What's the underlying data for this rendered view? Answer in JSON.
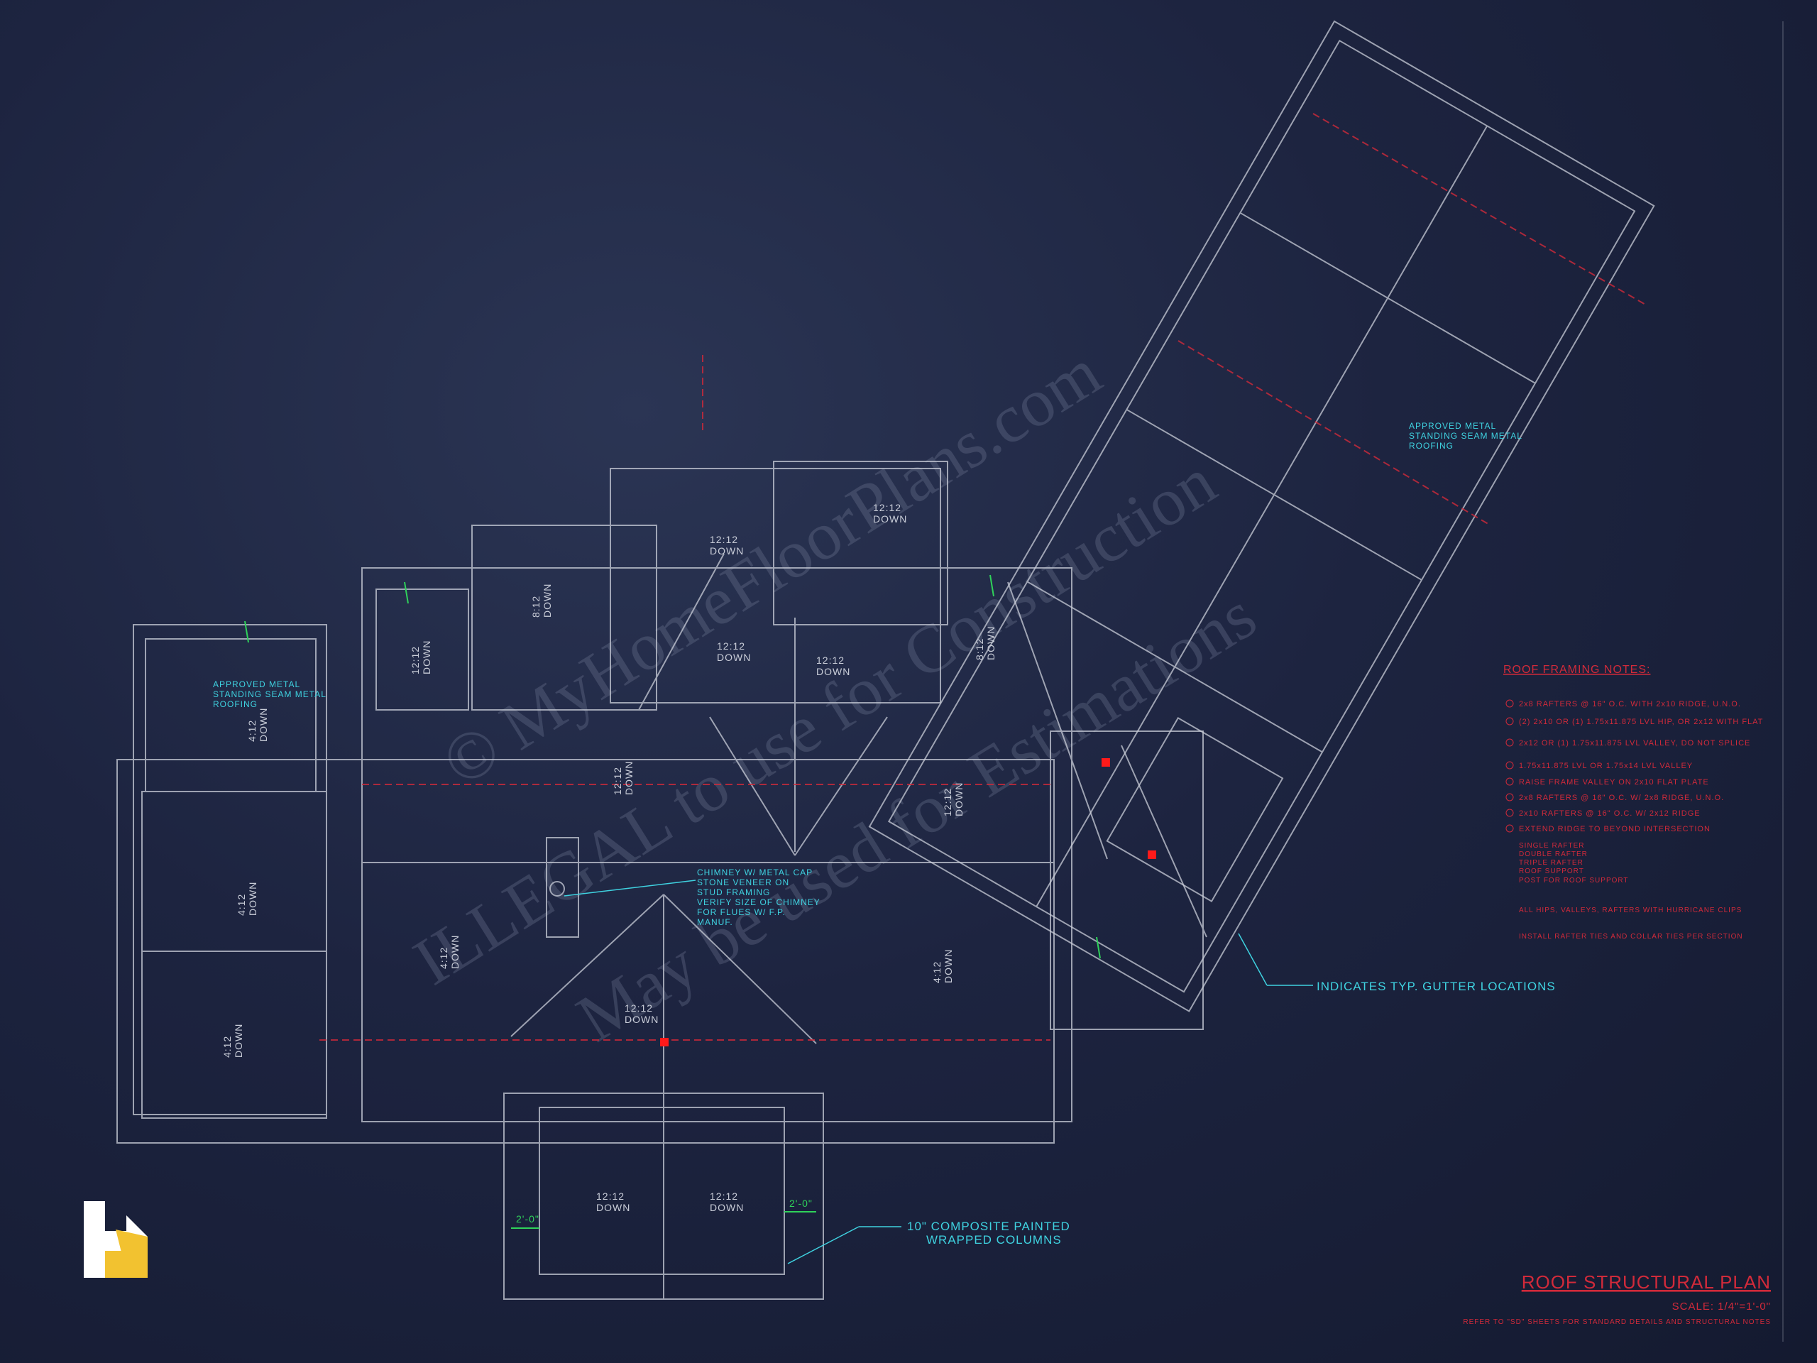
{
  "colors": {
    "background": "#1d2440",
    "linework": "#c9cdd8",
    "notes_cyan": "#3fd2e0",
    "notes_red": "#d12a3a",
    "dimension_green": "#2fd25a",
    "logo_yellow": "#f2c230",
    "logo_white": "#ffffff"
  },
  "watermark": {
    "line1": "© MyHomeFloorPlans.com",
    "line2": "ILLEGAL to use for Construction",
    "line3": "May be used for Estimations"
  },
  "callouts": {
    "metal_roof_left": [
      "APPROVED METAL",
      "STANDING SEAM METAL",
      "ROOFING"
    ],
    "metal_roof_right": [
      "APPROVED METAL",
      "STANDING SEAM METAL",
      "ROOFING"
    ],
    "chimney": [
      "CHIMNEY W/ METAL CAP",
      "STONE VENEER ON",
      "STUD FRAMING",
      "VERIFY SIZE OF CHIMNEY",
      "FOR FLUES W/ F.P.",
      "MANUF."
    ],
    "gutter": "INDICATES TYP. GUTTER LOCATIONS",
    "columns": [
      "10\" COMPOSITE PAINTED",
      "WRAPPED COLUMNS"
    ]
  },
  "roof_pitches": [
    {
      "pitch": "12:12",
      "dir": "DOWN"
    },
    {
      "pitch": "12:12",
      "dir": "DOWN"
    },
    {
      "pitch": "12:12",
      "dir": "DOWN"
    },
    {
      "pitch": "12:12",
      "dir": "DOWN"
    },
    {
      "pitch": "8:12",
      "dir": "DOWN"
    },
    {
      "pitch": "12:12",
      "dir": "DOWN"
    },
    {
      "pitch": "8:12",
      "dir": "DOWN"
    },
    {
      "pitch": "4:12",
      "dir": "DOWN"
    },
    {
      "pitch": "12:12",
      "dir": "DOWN"
    },
    {
      "pitch": "12:12",
      "dir": "DOWN"
    },
    {
      "pitch": "4:12",
      "dir": "DOWN"
    },
    {
      "pitch": "4:12",
      "dir": "DOWN"
    },
    {
      "pitch": "4:12",
      "dir": "DOWN"
    },
    {
      "pitch": "4:12",
      "dir": "DOWN"
    },
    {
      "pitch": "12:12",
      "dir": "DOWN"
    },
    {
      "pitch": "12:12",
      "dir": "DOWN"
    },
    {
      "pitch": "12:12",
      "dir": "DOWN"
    }
  ],
  "dimensions": {
    "left_column_offset": "2'-0\"",
    "right_column_offset": "2'-0\""
  },
  "notes": {
    "heading": "ROOF FRAMING NOTES:",
    "items": [
      "2x8 RAFTERS @ 16\" O.C. WITH 2x10 RIDGE, U.N.O.",
      "(2) 2x10 OR (1) 1.75x11.875 LVL HIP, OR 2x12 WITH FLAT",
      "2x12 OR (1) 1.75x11.875 LVL VALLEY, DO NOT SPLICE",
      "1.75x11.875 LVL OR 1.75x14 LVL VALLEY",
      "RAISE FRAME VALLEY ON 2x10 FLAT PLATE",
      "2x8 RAFTERS @ 16\" O.C. W/ 2x8 RIDGE, U.N.O.",
      "2x10 RAFTERS @ 16\" O.C. W/ 2x12 RIDGE",
      "EXTEND RIDGE TO BEYOND INTERSECTION"
    ],
    "legend": [
      "SINGLE RAFTER",
      "DOUBLE RAFTER",
      "TRIPLE RAFTER",
      "ROOF SUPPORT",
      "POST FOR ROOF SUPPORT",
      "ALL HIPS, VALLEYS, RAFTERS WITH HURRICANE CLIPS",
      "INSTALL RAFTER TIES AND COLLAR TIES PER SECTION"
    ]
  },
  "title": {
    "name": "ROOF STRUCTURAL PLAN",
    "scale": "SCALE: 1/4\"=1'-0\"",
    "reference": "REFER TO \"SD\" SHEETS FOR STANDARD DETAILS AND STRUCTURAL NOTES"
  }
}
